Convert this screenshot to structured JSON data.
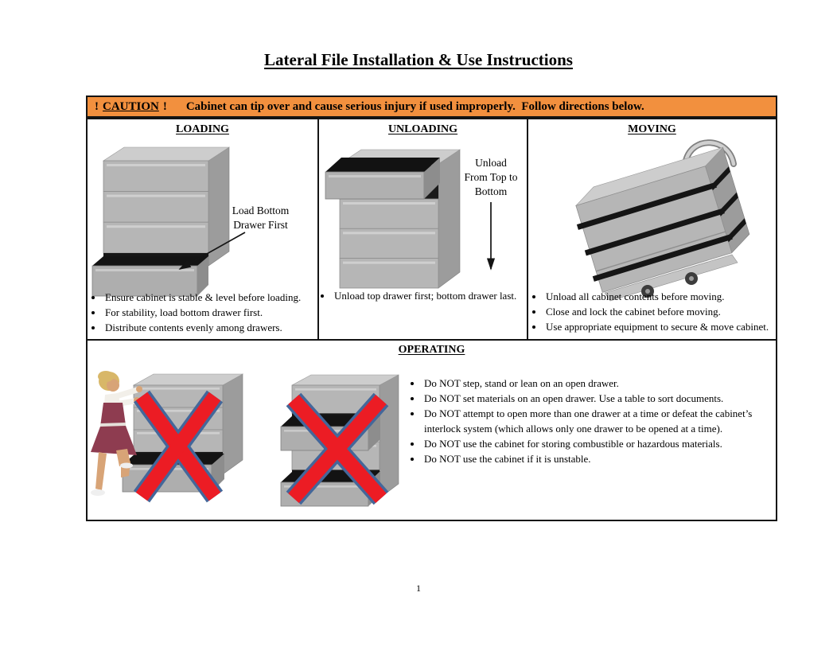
{
  "page": {
    "title": "Lateral File Installation & Use Instructions",
    "page_number": "1"
  },
  "caution": {
    "prefix": "!",
    "word": "CAUTION",
    "suffix": "!",
    "message": "Cabinet can tip over and cause serious injury if used improperly.  Follow directions below."
  },
  "sections": {
    "loading": {
      "heading": "LOADING",
      "callout": "Load Bottom Drawer First",
      "bullets": [
        "Ensure cabinet is stable & level before loading.",
        "For stability, load bottom drawer first.",
        "Distribute contents evenly among drawers."
      ]
    },
    "unloading": {
      "heading": "UNLOADING",
      "callout": "Unload From Top to Bottom",
      "bullets": [
        "Unload top drawer first; bottom drawer last."
      ]
    },
    "moving": {
      "heading": "MOVING",
      "bullets": [
        "Unload all cabinet contents before moving.",
        "Close and lock the cabinet before moving.",
        "Use appropriate equipment to secure & move cabinet."
      ]
    },
    "operating": {
      "heading": "OPERATING",
      "bullets": [
        "Do NOT step, stand or lean on an open drawer.",
        "Do NOT set materials on an open drawer.  Use a table to sort documents.",
        "Do NOT attempt to open more than one drawer at a time or defeat the cabinet’s interlock system (which allows only one drawer to be opened at a time).",
        "Do NOT use the cabinet for storing combustible or hazardous materials.",
        "Do NOT use the cabinet if it is unstable."
      ]
    }
  },
  "colors": {
    "caution_orange": "#F2903E",
    "x_red": "#EC1C24",
    "x_outline_blue": "#44679A",
    "cabinet_front_gray": "#B6B6B6",
    "cabinet_top_gray": "#CDCDCD",
    "cabinet_side_gray": "#9C9C9C",
    "drawer_interior_black": "#151515",
    "dress_maroon": "#8E3C50"
  }
}
